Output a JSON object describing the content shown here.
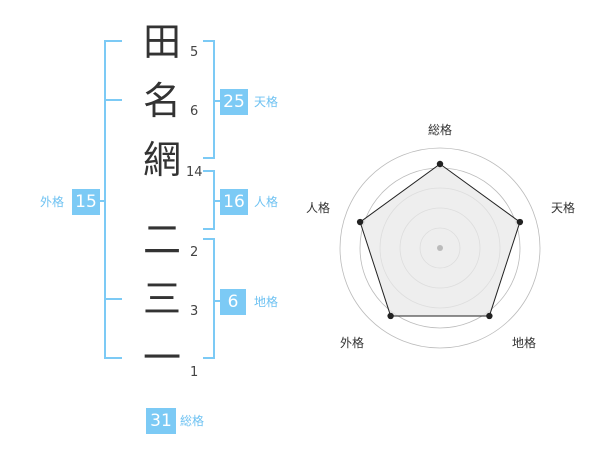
{
  "name": {
    "characters": [
      {
        "char": "田",
        "strokes": "5"
      },
      {
        "char": "名",
        "strokes": "6"
      },
      {
        "char": "網",
        "strokes": "14"
      },
      {
        "char": "二",
        "strokes": "2"
      },
      {
        "char": "三",
        "strokes": "3"
      },
      {
        "char": "一",
        "strokes": "1"
      }
    ]
  },
  "kaku": {
    "tenkaku": {
      "value": "25",
      "label": "天格"
    },
    "jinkaku": {
      "value": "16",
      "label": "人格"
    },
    "chikaku": {
      "value": "6",
      "label": "地格"
    },
    "gaikaku": {
      "value": "15",
      "label": "外格"
    },
    "soukaku": {
      "value": "31",
      "label": "総格"
    }
  },
  "chart_data": {
    "type": "radar",
    "axes": [
      "総格",
      "天格",
      "地格",
      "外格",
      "人格"
    ],
    "max": 5,
    "rings": 5,
    "values": [
      4.2,
      4.2,
      4.2,
      4.2,
      4.2
    ],
    "colors": {
      "fill": "#e8e8e8",
      "stroke": "#222222",
      "grid": "#bbbbbb",
      "center": "#bbbbbb"
    }
  },
  "colors": {
    "accent": "#7ccaf5",
    "label": "#6ec2f2",
    "text": "#333333"
  }
}
